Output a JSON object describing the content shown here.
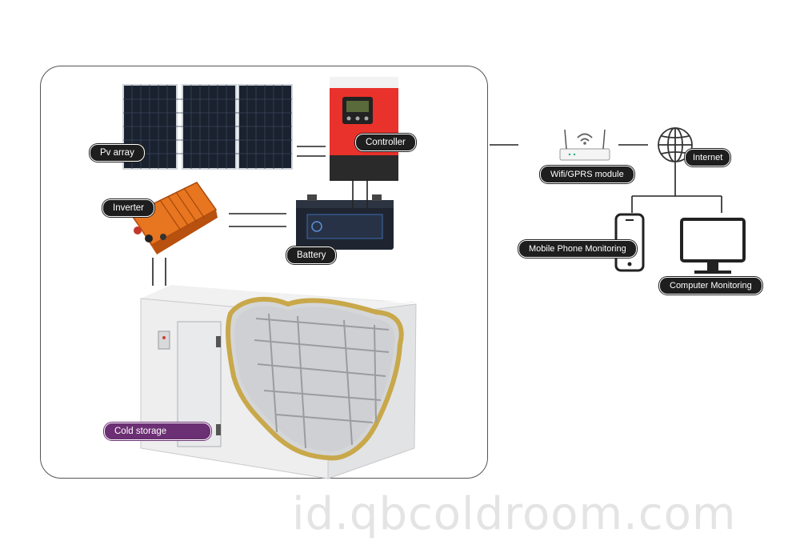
{
  "labels": {
    "pv_array": "Pv array",
    "controller": "Controller",
    "inverter": "Inverter",
    "battery": "Battery",
    "cold_storage": "Cold storage",
    "wifi_module": "Wifi/GPRS module",
    "internet": "Internet",
    "mobile_monitoring": "Mobile Phone Monitoring",
    "computer_monitoring": "Computer Monitoring"
  },
  "watermark": "id.qbcoldroom.com",
  "colors": {
    "label_bg": "#1e1e1e",
    "cold_storage_label_bg": "#6b2f73",
    "controller_red": "#e8322b",
    "inverter_orange": "#e8751f"
  }
}
